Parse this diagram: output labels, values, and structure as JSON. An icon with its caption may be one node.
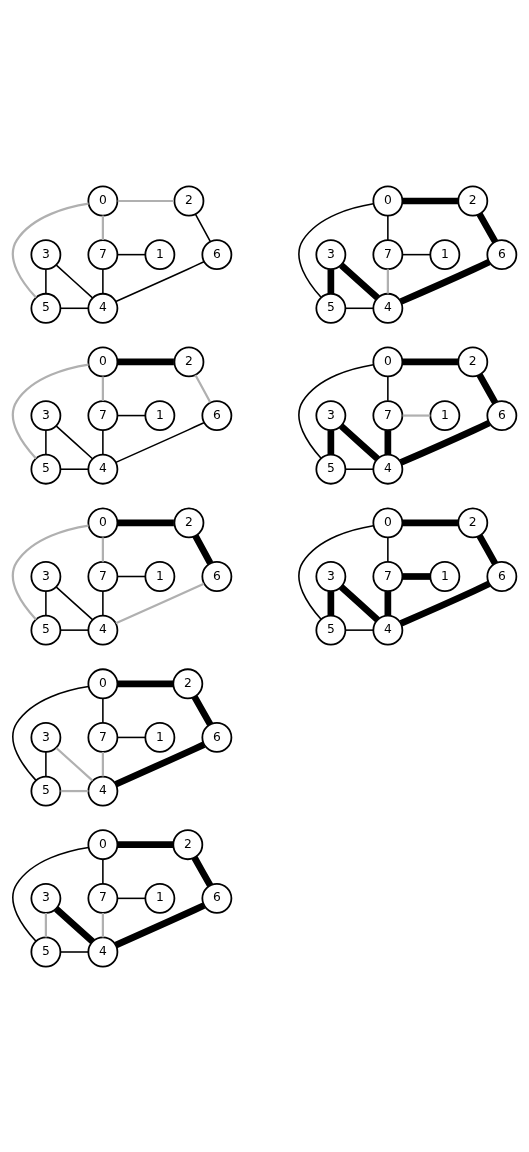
{
  "diagram": {
    "nodes": [
      {
        "text": [
          "0"
        ]
      },
      {
        "text": [
          "2"
        ]
      },
      {
        "text": [
          "6"
        ]
      },
      {
        "text": [
          "1"
        ]
      },
      {
        "text": [
          "7"
        ]
      },
      {
        "text": [
          "3"
        ]
      },
      {
        "text": [
          "5"
        ]
      },
      {
        "text": [
          "4"
        ]
      },
      {
        "text": [
          "0"
        ]
      },
      {
        "text": [
          "2"
        ]
      },
      {
        "text": [
          "6"
        ]
      },
      {
        "text": [
          "1"
        ]
      },
      {
        "text": [
          "7"
        ]
      },
      {
        "text": [
          "3"
        ]
      },
      {
        "text": [
          "5"
        ]
      },
      {
        "text": [
          "4"
        ]
      },
      {
        "text": [
          "0"
        ]
      },
      {
        "text": [
          "2"
        ]
      },
      {
        "text": [
          "6"
        ]
      },
      {
        "text": [
          "1"
        ]
      },
      {
        "text": [
          "7"
        ]
      },
      {
        "text": [
          "3"
        ]
      },
      {
        "text": [
          "5"
        ]
      },
      {
        "text": [
          "4"
        ]
      },
      {
        "text": [
          "0"
        ]
      },
      {
        "text": [
          "2"
        ]
      },
      {
        "text": [
          "6"
        ]
      },
      {
        "text": [
          "1"
        ]
      },
      {
        "text": [
          "7"
        ]
      },
      {
        "text": [
          "3"
        ]
      },
      {
        "text": [
          "5"
        ]
      },
      {
        "text": [
          "4"
        ]
      },
      {
        "text": [
          "0"
        ]
      },
      {
        "text": [
          "2"
        ]
      },
      {
        "text": [
          "6"
        ]
      },
      {
        "text": [
          "1"
        ]
      },
      {
        "text": [
          "7"
        ]
      },
      {
        "text": [
          "3"
        ]
      },
      {
        "text": [
          "5"
        ]
      },
      {
        "text": [
          "4"
        ]
      },
      {
        "text": [
          "0"
        ]
      },
      {
        "text": [
          "2"
        ]
      },
      {
        "text": [
          "6"
        ]
      },
      {
        "text": [
          "1"
        ]
      },
      {
        "text": [
          "7"
        ]
      },
      {
        "text": [
          "3"
        ]
      },
      {
        "text": [
          "5"
        ]
      },
      {
        "text": [
          "4"
        ]
      },
      {
        "text": [
          "0"
        ]
      },
      {
        "text": [
          "2"
        ]
      },
      {
        "text": [
          "6"
        ]
      },
      {
        "text": [
          "1"
        ]
      },
      {
        "text": [
          "7"
        ]
      },
      {
        "text": [
          "3"
        ]
      },
      {
        "text": [
          "5"
        ]
      },
      {
        "text": [
          "4"
        ]
      },
      {
        "text": [
          "0"
        ]
      },
      {
        "text": [
          "2"
        ]
      },
      {
        "text": [
          "6"
        ]
      },
      {
        "text": [
          "1"
        ]
      },
      {
        "text": [
          "7"
        ]
      },
      {
        "text": [
          "3"
        ]
      },
      {
        "text": [
          "5"
        ]
      },
      {
        "text": [
          "4"
        ]
      }
    ],
    "edges": [
      {
        "from": 0,
        "to": 1,
        "arrow": "none",
        "color": "#b0b0b0"
      },
      {
        "from": 0,
        "to": 4,
        "arrow": "none",
        "color": "#b0b0b0"
      },
      {
        "from": 0,
        "to": 6,
        "arrow": "none",
        "color": "#b0b0b0"
      },
      {
        "from": 1,
        "to": 2,
        "arrow": "none"
      },
      {
        "from": 2,
        "to": 7,
        "arrow": "none"
      },
      {
        "from": 3,
        "to": 4,
        "arrow": "none"
      },
      {
        "from": 4,
        "to": 7,
        "arrow": "none"
      },
      {
        "from": 5,
        "to": 6,
        "arrow": "none"
      },
      {
        "from": 5,
        "to": 7,
        "arrow": "none"
      },
      {
        "from": 6,
        "to": 7,
        "arrow": "none"
      },
      {
        "from": 8,
        "to": 9,
        "arrow": "none",
        "style": "thick"
      },
      {
        "from": 8,
        "to": 12,
        "arrow": "none",
        "color": "#b0b0b0"
      },
      {
        "from": 8,
        "to": 14,
        "arrow": "none",
        "color": "#b0b0b0"
      },
      {
        "from": 9,
        "to": 10,
        "arrow": "none",
        "color": "#b0b0b0"
      },
      {
        "from": 10,
        "to": 15,
        "arrow": "none"
      },
      {
        "from": 11,
        "to": 12,
        "arrow": "none"
      },
      {
        "from": 12,
        "to": 15,
        "arrow": "none"
      },
      {
        "from": 13,
        "to": 14,
        "arrow": "none"
      },
      {
        "from": 13,
        "to": 15,
        "arrow": "none"
      },
      {
        "from": 14,
        "to": 15,
        "arrow": "none"
      },
      {
        "from": 16,
        "to": 17,
        "arrow": "none",
        "style": "thick"
      },
      {
        "from": 16,
        "to": 20,
        "arrow": "none",
        "color": "#b0b0b0"
      },
      {
        "from": 16,
        "to": 22,
        "arrow": "none",
        "color": "#b0b0b0"
      },
      {
        "from": 17,
        "to": 18,
        "arrow": "none",
        "style": "thick"
      },
      {
        "from": 18,
        "to": 23,
        "arrow": "none",
        "color": "#b0b0b0"
      },
      {
        "from": 19,
        "to": 20,
        "arrow": "none"
      },
      {
        "from": 20,
        "to": 23,
        "arrow": "none"
      },
      {
        "from": 21,
        "to": 22,
        "arrow": "none"
      },
      {
        "from": 21,
        "to": 23,
        "arrow": "none"
      },
      {
        "from": 22,
        "to": 23,
        "arrow": "none"
      },
      {
        "from": 24,
        "to": 25,
        "arrow": "none",
        "style": "thick"
      },
      {
        "from": 24,
        "to": 28,
        "arrow": "none"
      },
      {
        "from": 24,
        "to": 30,
        "arrow": "none"
      },
      {
        "from": 25,
        "to": 26,
        "arrow": "none",
        "style": "thick"
      },
      {
        "from": 26,
        "to": 31,
        "arrow": "none",
        "style": "thick"
      },
      {
        "from": 27,
        "to": 28,
        "arrow": "none"
      },
      {
        "from": 28,
        "to": 31,
        "arrow": "none",
        "color": "#b0b0b0"
      },
      {
        "from": 29,
        "to": 30,
        "arrow": "none"
      },
      {
        "from": 29,
        "to": 31,
        "arrow": "none",
        "color": "#b0b0b0"
      },
      {
        "from": 30,
        "to": 31,
        "arrow": "none",
        "color": "#b0b0b0"
      },
      {
        "from": 32,
        "to": 33,
        "arrow": "none",
        "style": "thick"
      },
      {
        "from": 32,
        "to": 36,
        "arrow": "none"
      },
      {
        "from": 32,
        "to": 38,
        "arrow": "none"
      },
      {
        "from": 33,
        "to": 34,
        "arrow": "none",
        "style": "thick"
      },
      {
        "from": 34,
        "to": 39,
        "arrow": "none",
        "style": "thick"
      },
      {
        "from": 35,
        "to": 36,
        "arrow": "none"
      },
      {
        "from": 36,
        "to": 39,
        "arrow": "none",
        "color": "#b0b0b0"
      },
      {
        "from": 37,
        "to": 38,
        "arrow": "none",
        "color": "#b0b0b0"
      },
      {
        "from": 37,
        "to": 39,
        "arrow": "none",
        "style": "thick"
      },
      {
        "from": 38,
        "to": 39,
        "arrow": "none"
      },
      {
        "from": 40,
        "to": 41,
        "arrow": "none",
        "style": "thick"
      },
      {
        "from": 40,
        "to": 44,
        "arrow": "none"
      },
      {
        "from": 40,
        "to": 46,
        "arrow": "none"
      },
      {
        "from": 41,
        "to": 42,
        "arrow": "none",
        "style": "thick"
      },
      {
        "from": 42,
        "to": 47,
        "arrow": "none",
        "style": "thick"
      },
      {
        "from": 43,
        "to": 44,
        "arrow": "none"
      },
      {
        "from": 44,
        "to": 47,
        "arrow": "none",
        "color": "#b0b0b0"
      },
      {
        "from": 45,
        "to": 46,
        "arrow": "none",
        "style": "thick"
      },
      {
        "from": 45,
        "to": 47,
        "arrow": "none",
        "style": "thick"
      },
      {
        "from": 46,
        "to": 47,
        "arrow": "none"
      },
      {
        "from": 48,
        "to": 49,
        "arrow": "none",
        "style": "thick"
      },
      {
        "from": 48,
        "to": 52,
        "arrow": "none"
      },
      {
        "from": 48,
        "to": 54,
        "arrow": "none"
      },
      {
        "from": 49,
        "to": 50,
        "arrow": "none",
        "style": "thick"
      },
      {
        "from": 50,
        "to": 55,
        "arrow": "none",
        "style": "thick"
      },
      {
        "from": 51,
        "to": 52,
        "arrow": "none",
        "color": "#b0b0b0"
      },
      {
        "from": 52,
        "to": 55,
        "arrow": "none",
        "style": "thick"
      },
      {
        "from": 53,
        "to": 54,
        "arrow": "none",
        "style": "thick"
      },
      {
        "from": 53,
        "to": 55,
        "arrow": "none",
        "style": "thick"
      },
      {
        "from": 54,
        "to": 55,
        "arrow": "none"
      },
      {
        "from": 56,
        "to": 57,
        "arrow": "none",
        "style": "thick"
      },
      {
        "from": 56,
        "to": 60,
        "arrow": "none"
      },
      {
        "from": 56,
        "to": 62,
        "arrow": "none"
      },
      {
        "from": 57,
        "to": 58,
        "arrow": "none",
        "style": "thick"
      },
      {
        "from": 58,
        "to": 63,
        "arrow": "none",
        "style": "thick"
      },
      {
        "from": 59,
        "to": 60,
        "arrow": "none",
        "style": "thick"
      },
      {
        "from": 60,
        "to": 63,
        "arrow": "none",
        "style": "thick"
      },
      {
        "from": 61,
        "to": 62,
        "arrow": "none",
        "style": "thick"
      },
      {
        "from": 61,
        "to": 63,
        "arrow": "none",
        "style": "thick"
      },
      {
        "from": 62,
        "to": 63,
        "arrow": "none"
      }
    ]
  }
}
